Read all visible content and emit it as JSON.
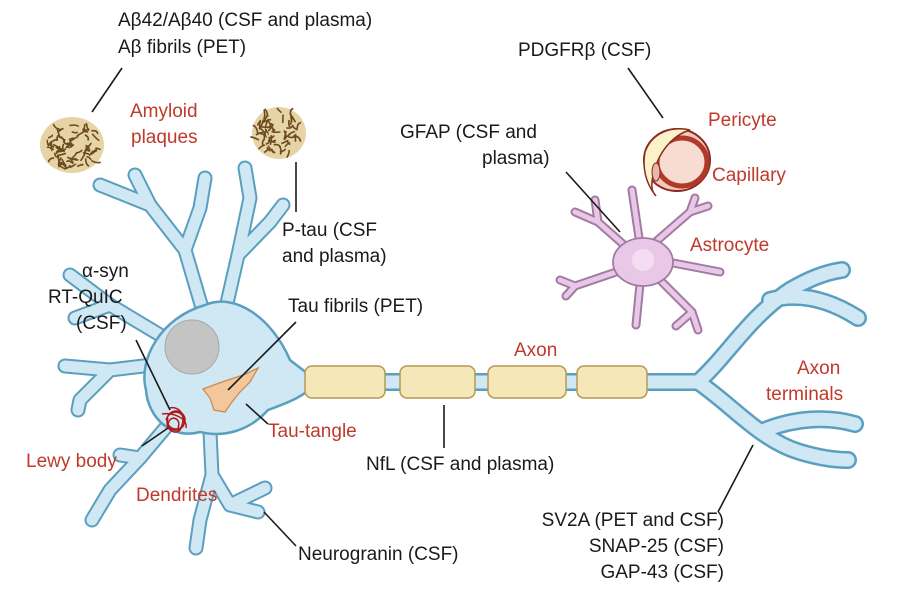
{
  "colors": {
    "cell_fill": "#cfe8f3",
    "cell_stroke": "#5a9fbf",
    "myelin_fill": "#f6e7b8",
    "myelin_stroke": "#b59a55",
    "nucleus": "#c4c4c4",
    "astrocyte_fill": "#e8c8e6",
    "astrocyte_stroke": "#a27aa3",
    "pericyte": "#c0392b",
    "tangle": "#f2c79c",
    "plaque": "#6b4a1e",
    "label_red": "#c0392b",
    "label_black": "#1a1a1a"
  },
  "labels": {
    "abeta_ratio": "Aβ42/Aβ40 (CSF and plasma)",
    "abeta_fibrils": "Aβ fibrils (PET)",
    "amyloid_1": "Amyloid",
    "amyloid_2": "plaques",
    "pdgfrb": "PDGFRβ (CSF)",
    "pericyte": "Pericyte",
    "capillary": "Capillary",
    "gfap_1": "GFAP (CSF and",
    "gfap_2": "plasma)",
    "astrocyte": "Astrocyte",
    "ptau_1": "P-tau (CSF",
    "ptau_2": "and plasma)",
    "asyn_1": "α-syn",
    "asyn_2": "RT-QuIC",
    "asyn_3": "(CSF)",
    "tau_fibrils": "Tau fibrils (PET)",
    "axon": "Axon",
    "axon_terminals_1": "Axon",
    "axon_terminals_2": "terminals",
    "tau_tangle": "Tau-tangle",
    "lewy_body": "Lewy body",
    "nfl": "NfL (CSF and plasma)",
    "dendrites": "Dendrites",
    "sv2a": "SV2A (PET and CSF)",
    "snap25": "SNAP-25 (CSF)",
    "gap43": "GAP-43 (CSF)",
    "neurogranin": "Neurogranin (CSF)"
  }
}
